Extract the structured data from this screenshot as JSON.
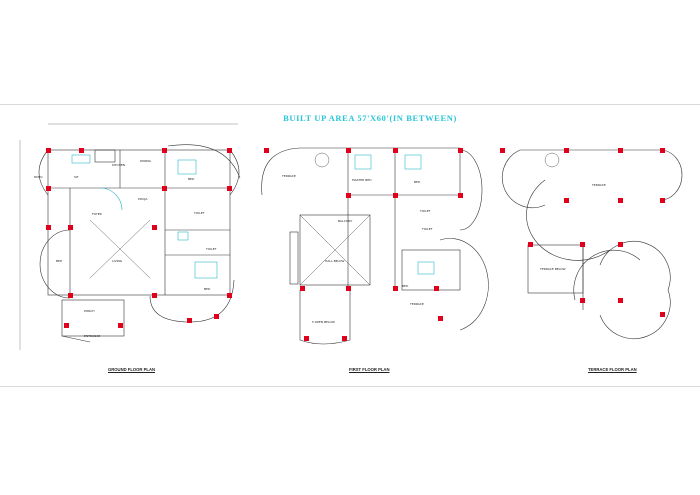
{
  "title": "BUILT UP AREA 57'X60'(IN BETWEEN)",
  "plans": [
    {
      "label": "GROUND FLOOR PLAN",
      "rooms": [
        "SIT",
        "DINING",
        "LIVING",
        "BED",
        "BED",
        "FOYER",
        "TOILET",
        "TOILET",
        "KITCHEN",
        "POOJA",
        "PORCH",
        "ENTRANCE",
        "BED",
        "PATIO"
      ]
    },
    {
      "label": "FIRST FLOOR PLAN",
      "rooms": [
        "TERRACE",
        "MASTER BED",
        "BED",
        "BALCONY",
        "HALL BELOW",
        "TOILET",
        "TOILET",
        "BED",
        "TERRACE",
        "T-OPEN BELOW"
      ]
    },
    {
      "label": "TERRACE FLOOR PLAN",
      "rooms": [
        "TERRACE",
        "TERRACE BELOW"
      ]
    }
  ],
  "colors": {
    "title": "#29c6d8",
    "columns": "#e0001b",
    "walls": "#333333",
    "fixtures": "#2bb7c8"
  }
}
